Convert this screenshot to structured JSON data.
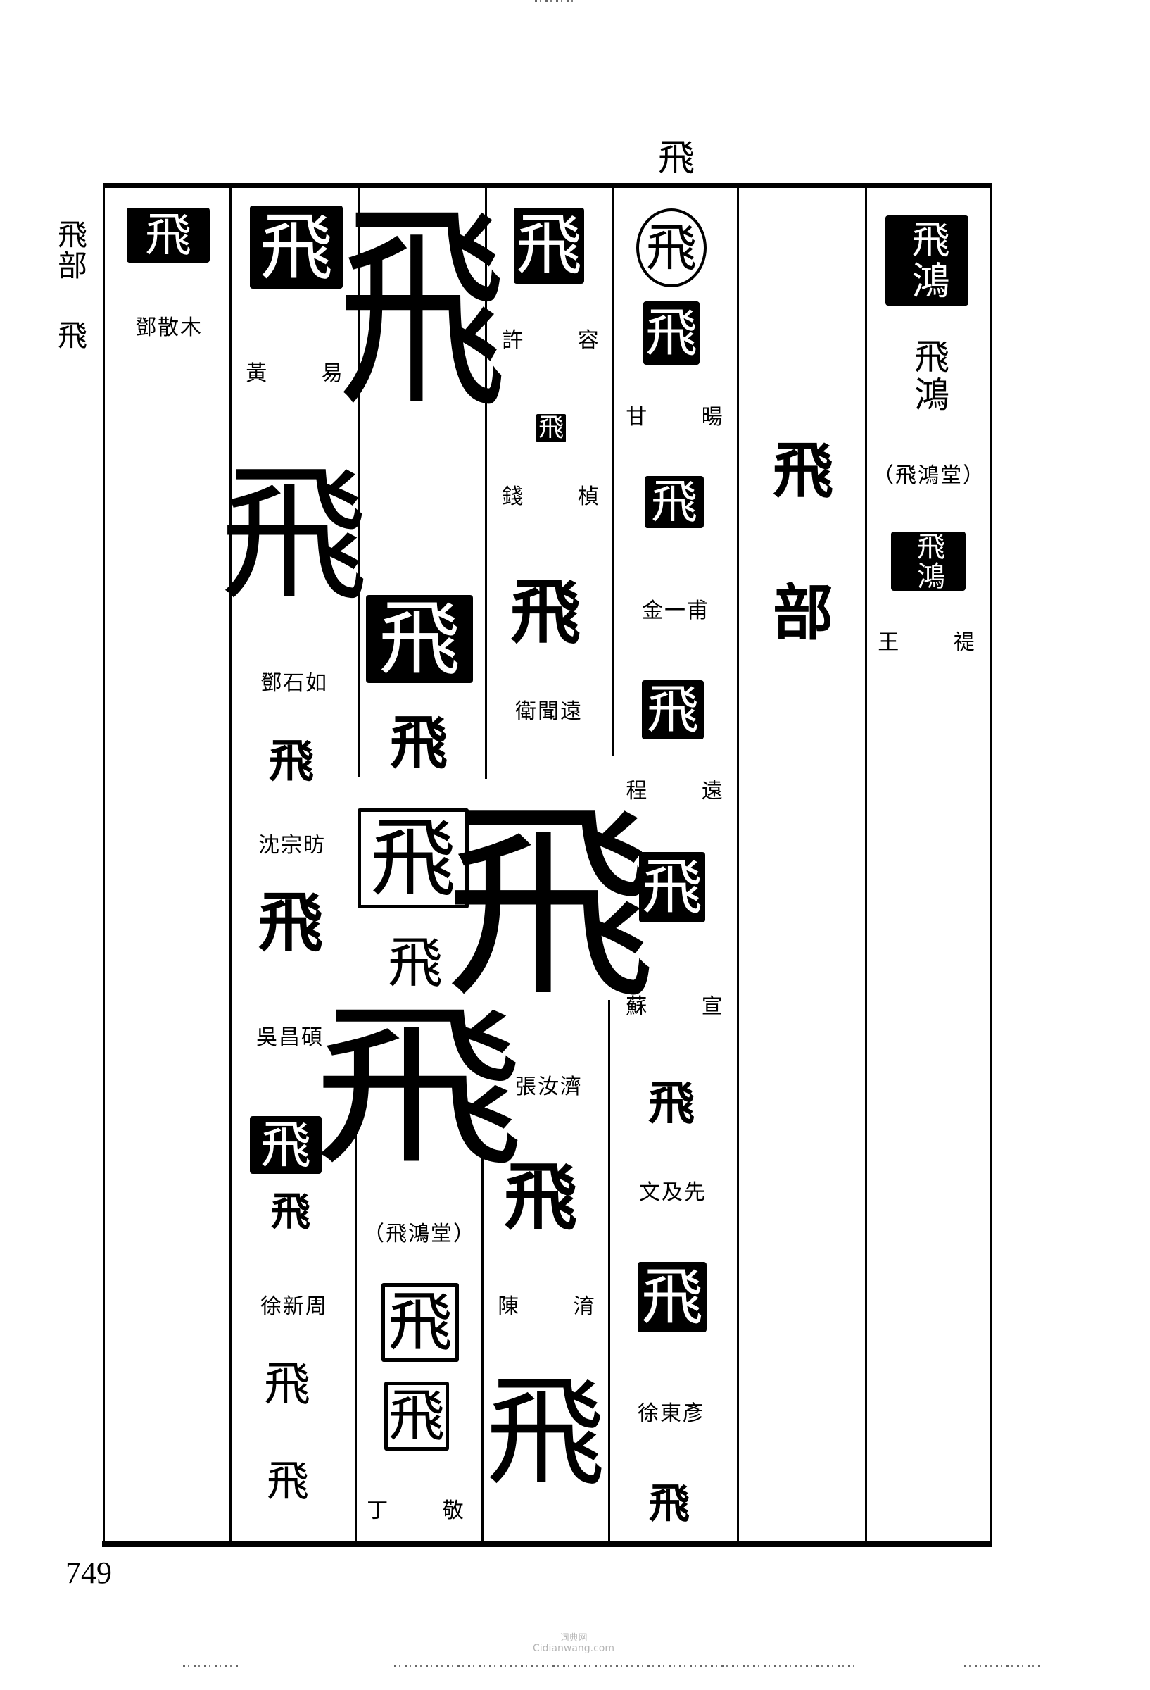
{
  "page": {
    "header_char": "飛",
    "margin_radical": "飛部",
    "margin_char": "飛",
    "page_number": "749",
    "watermark_cn": "词典网",
    "watermark_en": "Cidianwang.com"
  },
  "section_heading": {
    "line1": "飛",
    "line2": "部"
  },
  "glyph": "飛",
  "columns": [
    {
      "id": "col1",
      "entries": [
        {
          "style": "intaglio",
          "label": "鄧散木"
        }
      ]
    },
    {
      "id": "col2",
      "entries": [
        {
          "style": "intaglio",
          "label": "黃 易"
        },
        {
          "style": "plain-large",
          "label": "鄧石如"
        },
        {
          "style": "plain-small",
          "label": "沈宗昉"
        },
        {
          "style": "plain-bold",
          "label": "吳昌碩"
        },
        {
          "style": "intaglio",
          "label": ""
        },
        {
          "style": "plain-small",
          "label": "徐新周"
        },
        {
          "style": "plain-small",
          "label": ""
        },
        {
          "style": "plain-small",
          "label": ""
        }
      ]
    },
    {
      "id": "col3",
      "entries": [
        {
          "style": "plain-tall",
          "label": ""
        },
        {
          "style": "intaglio",
          "label": ""
        },
        {
          "style": "plain-small",
          "label": ""
        },
        {
          "style": "relief",
          "label": ""
        },
        {
          "style": "plain-small",
          "label": ""
        },
        {
          "style": "plain-huge",
          "label": "（飛鴻堂）"
        },
        {
          "style": "relief",
          "label": ""
        },
        {
          "style": "relief",
          "label": "丁 敬"
        }
      ]
    },
    {
      "id": "col4",
      "entries": [
        {
          "style": "intaglio",
          "label": "許 容"
        },
        {
          "style": "intaglio-small",
          "label": "錢 楨"
        },
        {
          "style": "plain",
          "label": "衛聞遠"
        },
        {
          "style": "plain-huge",
          "label": "張汝濟"
        },
        {
          "style": "plain",
          "label": "陳 淯"
        },
        {
          "style": "plain-large",
          "label": ""
        }
      ]
    },
    {
      "id": "col5",
      "entries": [
        {
          "style": "round",
          "label": ""
        },
        {
          "style": "intaglio",
          "label": "甘 暘"
        },
        {
          "style": "intaglio",
          "label": "金一甫"
        },
        {
          "style": "intaglio",
          "label": "程 遠"
        },
        {
          "style": "intaglio",
          "label": "蘇 宣"
        },
        {
          "style": "plain",
          "label": "文及先"
        },
        {
          "style": "intaglio",
          "label": "徐東彥"
        },
        {
          "style": "plain-bold",
          "label": ""
        }
      ]
    },
    {
      "id": "col6",
      "entries": []
    },
    {
      "id": "col7",
      "entries": [
        {
          "style": "intaglio",
          "text": "飛鴻",
          "label": ""
        },
        {
          "style": "plain",
          "text": "飛鴻",
          "label": "（飛鴻堂）"
        },
        {
          "style": "intaglio",
          "text": "飛鴻",
          "label": "王 禔"
        }
      ]
    }
  ]
}
